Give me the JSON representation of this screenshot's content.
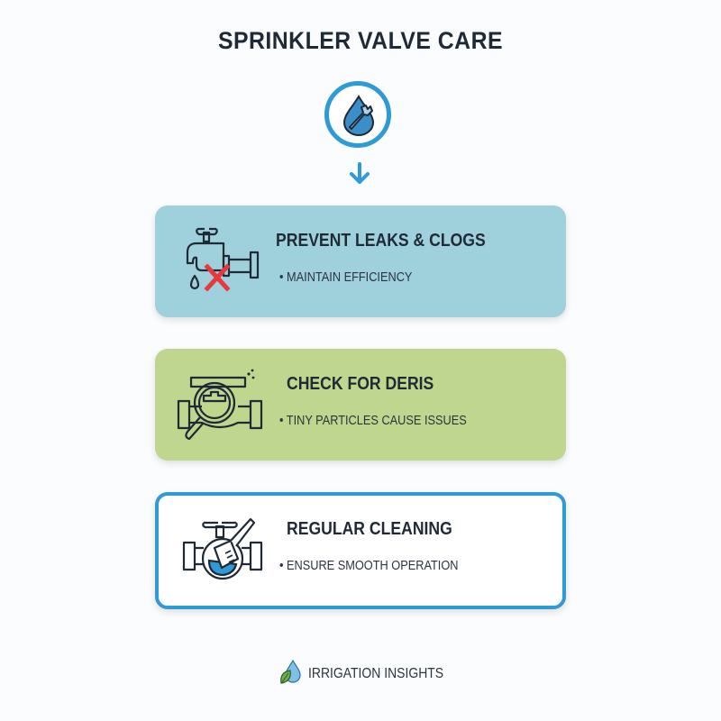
{
  "header": {
    "title": "SPRINKLER VALVE CARE",
    "hero_icon": "water-drop-wrench-icon",
    "arrow_icon": "arrow-down-icon"
  },
  "cards": [
    {
      "heading": "PREVENT LEAKS & CLOGS",
      "bullet": "• MAINTAIN EFFICIENCY",
      "icon": "faucet-leak-cross-icon",
      "background": "#9fd1dc"
    },
    {
      "heading": "CHECK FOR DERIS",
      "bullet": "• TINY PARTICLES CAUSE ISSUES",
      "icon": "valve-magnifier-icon",
      "background": "#bed68e"
    },
    {
      "heading": "REGULAR CLEANING",
      "bullet": "• ENSURE SMOOTH OPERATION",
      "icon": "valve-brush-icon",
      "background": "#ffffff",
      "border": "#2e9ad6"
    }
  ],
  "footer": {
    "brand": "IRRIGATION INSIGHTS",
    "logo_icon": "leaf-drop-logo-icon"
  },
  "colors": {
    "accent": "#2e9ad6",
    "text": "#1f2a36",
    "danger": "#e8383d"
  }
}
